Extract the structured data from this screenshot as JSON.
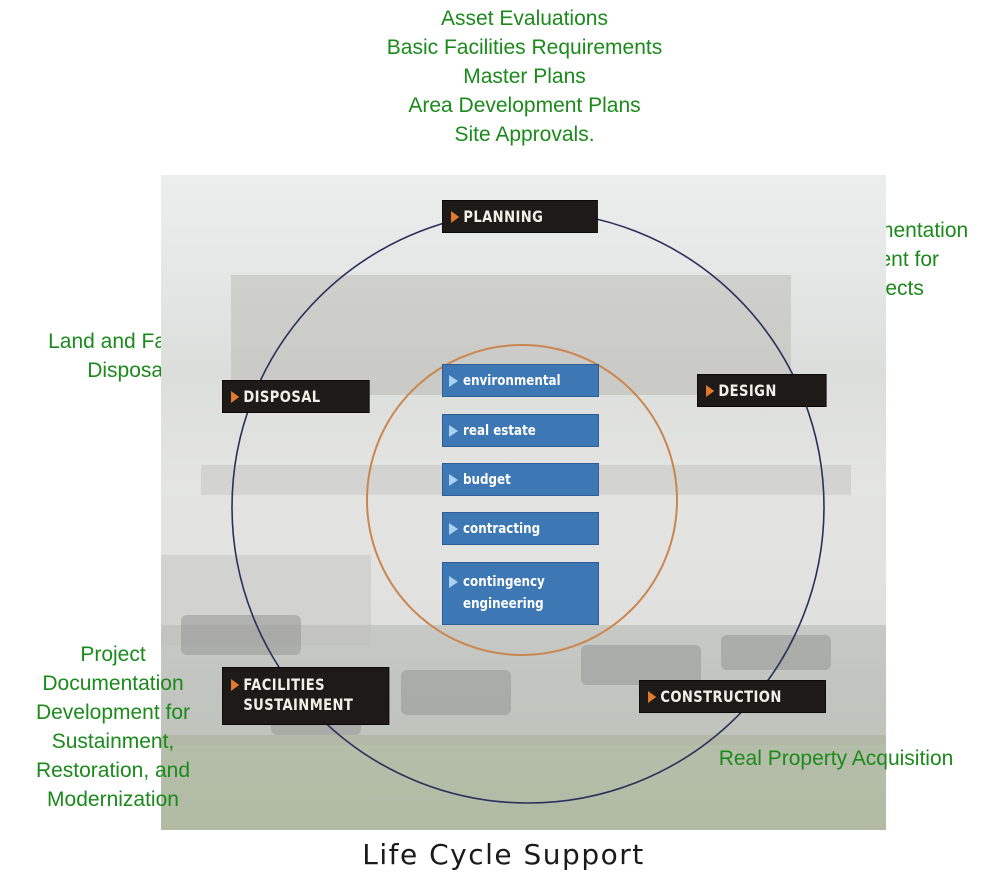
{
  "notes": {
    "planning": [
      "Asset Evaluations",
      "Basic Facilities Requirements",
      "Master Plans",
      "Area Development Plans",
      "Site Approvals."
    ],
    "design": [
      "Project Documentation",
      "Development for",
      "New Projects"
    ],
    "disposal": [
      "Land and Facility",
      "Disposal"
    ],
    "sustainment": [
      "Project",
      "Documentation",
      "Development for",
      "Sustainment,",
      "Restoration, and",
      "Modernization"
    ],
    "construction": [
      "Real Property Acquisition"
    ]
  },
  "phases": {
    "planning": "PLANNING",
    "design": "DESIGN",
    "disposal": "DISPOSAL",
    "sustainment": "FACILITIES\nSUSTAINMENT",
    "construction": "CONSTRUCTION"
  },
  "services": {
    "environmental": "environmental",
    "real_estate": "real estate",
    "budget": "budget",
    "contracting": "contracting",
    "contingency": "contingency\nengineering"
  },
  "caption": "Life Cycle Support",
  "colors": {
    "note_green": "#1b8a1b",
    "phase_bg": "#1e1a18",
    "phase_arrow": "#e07a2e",
    "service_blue": "#3e78b4",
    "outer_ring": "#2c2f5a",
    "inner_ring": "#c9874f"
  },
  "icons": {
    "phase_marker": "right-triangle-icon",
    "service_marker": "right-triangle-icon"
  }
}
